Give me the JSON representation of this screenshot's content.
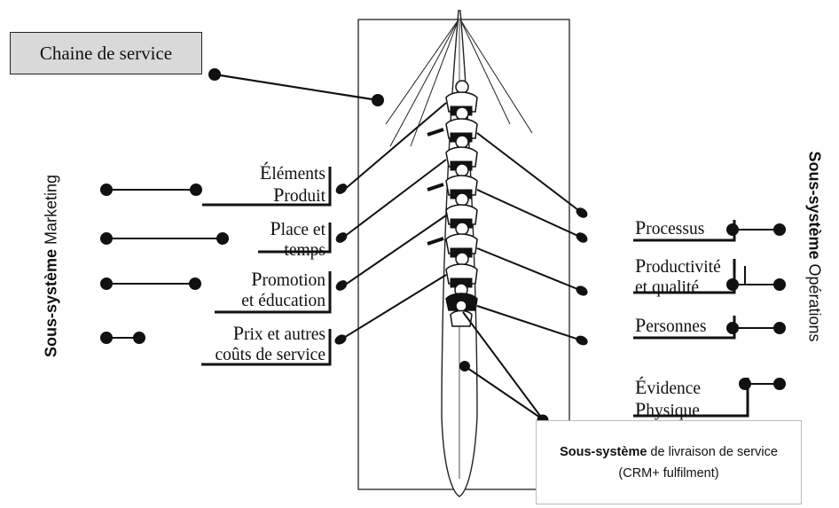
{
  "title_box": {
    "label": "Chaine de service"
  },
  "marketing": {
    "axis_bold": "Sous-système",
    "axis_rest": " Marketing",
    "items": [
      {
        "first_letter": "É",
        "line1": "léments",
        "first_letter2": "P",
        "line2": "roduit"
      },
      {
        "first_letter": "P",
        "line1": "lace et",
        "first_letter2": "",
        "line2": "temps"
      },
      {
        "first_letter": "P",
        "line1": "romotion",
        "first_letter2": "",
        "line2": "et éducation"
      },
      {
        "first_letter": "P",
        "line1": "rix et autres",
        "first_letter2": "",
        "line2": "coûts de service"
      }
    ]
  },
  "operations": {
    "axis_bold": "Sous-système",
    "axis_rest": "  Opérations",
    "items": [
      {
        "first_letter": "P",
        "line1": "rocessus",
        "first_letter2": "",
        "line2": ""
      },
      {
        "first_letter": "P",
        "line1": "roductivité",
        "first_letter2": "",
        "line2": "et qualité"
      },
      {
        "first_letter": "P",
        "line1": "ersonnes",
        "first_letter2": "",
        "line2": ""
      },
      {
        "first_letter": "É",
        "line1": "vidence",
        "first_letter2": "P",
        "line2": "hysique"
      }
    ]
  },
  "delivery": {
    "bold": "Sous-système",
    "rest": " de livraison de service (CRM+ fulfilment)"
  },
  "colors": {
    "ink": "#111111",
    "box_fill": "#d9d9d9",
    "background": "#ffffff"
  }
}
